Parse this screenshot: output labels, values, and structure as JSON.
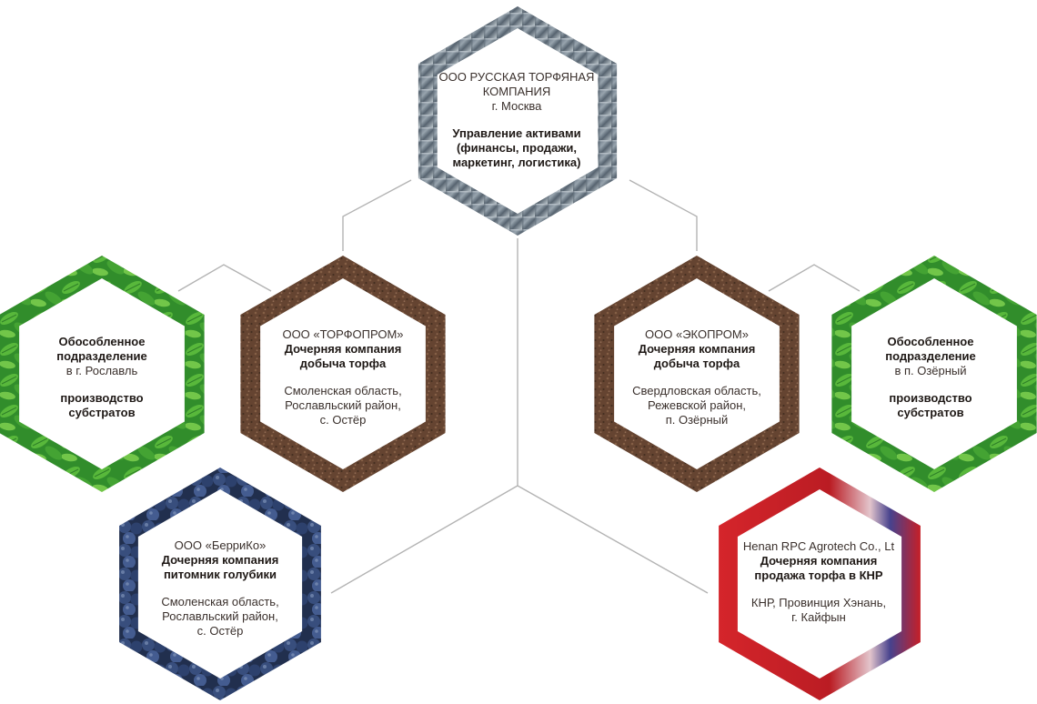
{
  "nodes": {
    "hq": {
      "name": [
        "ООО РУССКАЯ ТОРФЯНАЯ",
        "КОМПАНИЯ"
      ],
      "city": "г. Москва",
      "role": [
        "Управление активами",
        "(финансы, продажи,",
        "маркетинг, логистика)"
      ]
    },
    "roslavl_division": {
      "name": [
        "Обособленное",
        "подразделение"
      ],
      "city": "в г. Рославль",
      "role": [
        "производство",
        "субстратов"
      ]
    },
    "torfoprom": {
      "name": "ООО «ТОРФОПРОМ»",
      "role": [
        "Дочерняя компания",
        "добыча торфа"
      ],
      "address": [
        "Смоленская область,",
        "Рославльский район,",
        "с. Остёр"
      ]
    },
    "ekoprom": {
      "name": "ООО «ЭКОПРОМ»",
      "role": [
        "Дочерняя компания",
        "добыча торфа"
      ],
      "address": [
        "Свердловская область,",
        "Режевской район,",
        "п. Озёрный"
      ]
    },
    "ozerny_division": {
      "name": [
        "Обособленное",
        "подразделение"
      ],
      "city": "в п. Озёрный",
      "role": [
        "производство",
        "субстратов"
      ]
    },
    "berriko": {
      "name": "ООО «БерриКо»",
      "role": [
        "Дочерняя компания",
        "питомник голубики"
      ],
      "address": [
        "Смоленская область,",
        "Рославльский район,",
        "с. Остёр"
      ]
    },
    "henan": {
      "name": "Henan RPC Agrotech Co., Lt",
      "role": [
        "Дочерняя компания",
        "продажа торфа в  КНР"
      ],
      "address": [
        "КНР, Провинция Хэнань,",
        "г. Кайфын"
      ]
    }
  },
  "colors": {
    "line": "#b3b3b3",
    "glass": "#8e99a3",
    "soil": "#6b4a36",
    "leaf": "#3f9a33",
    "berry": "#2d3f66",
    "flag": "#c8202a"
  }
}
